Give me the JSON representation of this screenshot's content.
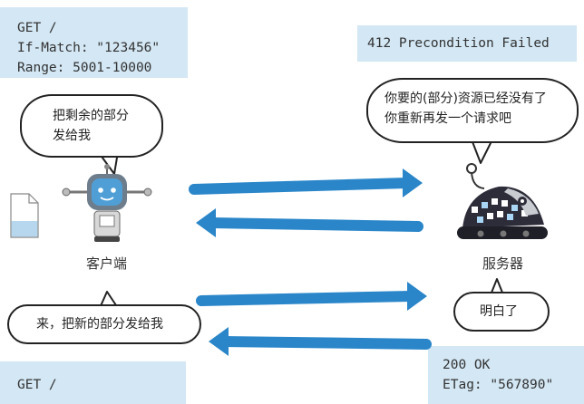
{
  "request_note": {
    "lines": [
      "GET /",
      "If-Match: \"123456\"",
      "Range: 5001-10000"
    ]
  },
  "response_note": {
    "line": "412 Precondition Failed"
  },
  "client_bubble_1": {
    "lines": [
      "把剩余的部分",
      "发给我"
    ]
  },
  "server_bubble_1": {
    "lines": [
      "你要的(部分)资源已经没有了",
      "你重新再发一个请求吧"
    ]
  },
  "client_label": "客户端",
  "server_label": "服务器",
  "client_bubble_2": {
    "text": "来，把新的部分发给我"
  },
  "server_bubble_2": {
    "text": "明白了"
  },
  "request_note_2": {
    "line": "GET /"
  },
  "response_note_2": {
    "lines": [
      "200 OK",
      "ETag: \"567890\""
    ]
  },
  "colors": {
    "note_bg": "#d3e7f4",
    "arrow": "#2a86c9",
    "robot_body": "#4f9fd6",
    "server_shell": "#2d2d3a"
  },
  "icons": {
    "client": "robot-icon",
    "server": "server-robot-icon",
    "document": "document-icon"
  }
}
